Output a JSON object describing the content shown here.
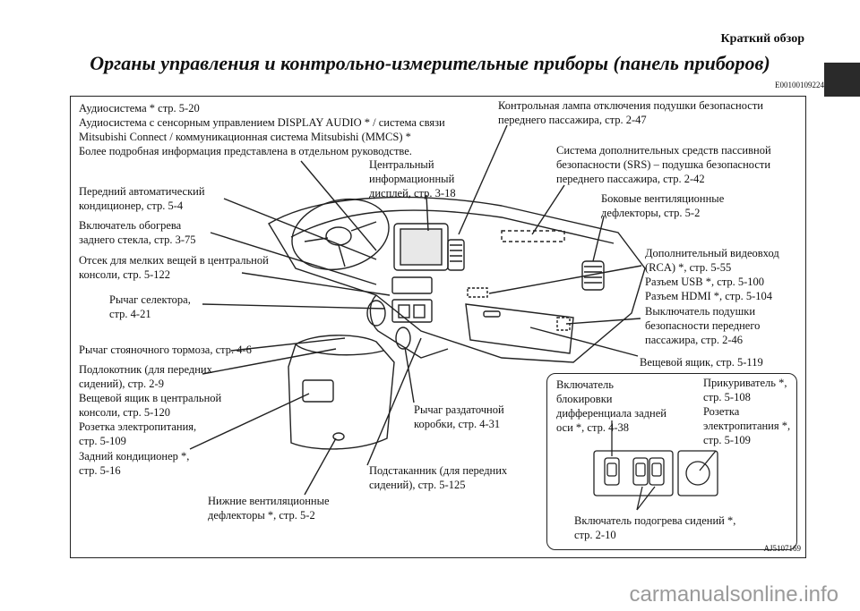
{
  "header": {
    "section": "Краткий обзор"
  },
  "title": "Органы управления и контрольно-измерительные приборы (панель приборов)",
  "code": "E00100109224",
  "labels": {
    "audio": "Аудиосистема * стр. 5-20\nАудиосистема с сенсорным управлением DISPLAY AUDIO * / система связи\nMitsubishi Connect / коммуникационная система Mitsubishi (MMCS) *\nБолее подробная информация представлена в отдельном руководстве.",
    "airbag_lamp": "Контрольная лампа отключения подушки безопасности\nпереднего пассажира, стр. 2-47",
    "srs": "Система дополнительных средств пассивной\nбезопасности (SRS) – подушка безопасности\nпереднего пассажира, стр. 2-42",
    "central_display": "Центральный\nинформационный\nдисплей, стр. 3-18",
    "front_ac": "Передний автоматический\nкондиционер, стр. 5-4",
    "side_vents": "Боковые вентиляционные\nдефлекторы, стр. 5-2",
    "rear_defog": "Включатель обогрева\nзаднего стекла, стр. 3-75",
    "small_items": "Отсек для мелких вещей в центральной\nконсоли, стр. 5-122",
    "video_in": "Дополнительный видеовход\n(RCA) *, стр. 5-55\nРазъем USB *, стр. 5-100\nРазъем HDMI *, стр. 5-104",
    "selector": "Рычаг селектора,\nстр. 4-21",
    "airbag_switch": "Выключатель подушки\nбезопасности переднего\nпассажира, стр. 2-46",
    "parking_brake": "Рычаг стояночного тормоза, стр. 4-6",
    "glovebox": "Вещевой ящик, стр. 5-119",
    "armrest": "Подлокотник (для передних\nсидений), стр. 2-9\nВещевой ящик в центральной\nконсоли, стр. 5-120\nРозетка электропитания,\nстр. 5-109",
    "transfer": "Рычаг раздаточной\nкоробки, стр. 4-31",
    "rear_ac": "Задний кондиционер *,\nстр. 5-16",
    "cupholder": "Подстаканник (для передних\nсидений), стр. 5-125",
    "lower_vents": "Нижние вентиляционные\nдефлекторы *, стр. 5-2",
    "diff_lock": "Включатель\nблокировки\nдифференциала задней\nоси *, стр. 4-38",
    "lighter": "Прикуриватель *,\nстр. 5-108\nРозетка\nэлектропитания *,\nстр. 5-109",
    "seat_heat": "Включатель подогрева сидений *,\nстр. 2-10"
  },
  "figure_id": "AJ5107169",
  "watermark": "carmanualsonline.info"
}
